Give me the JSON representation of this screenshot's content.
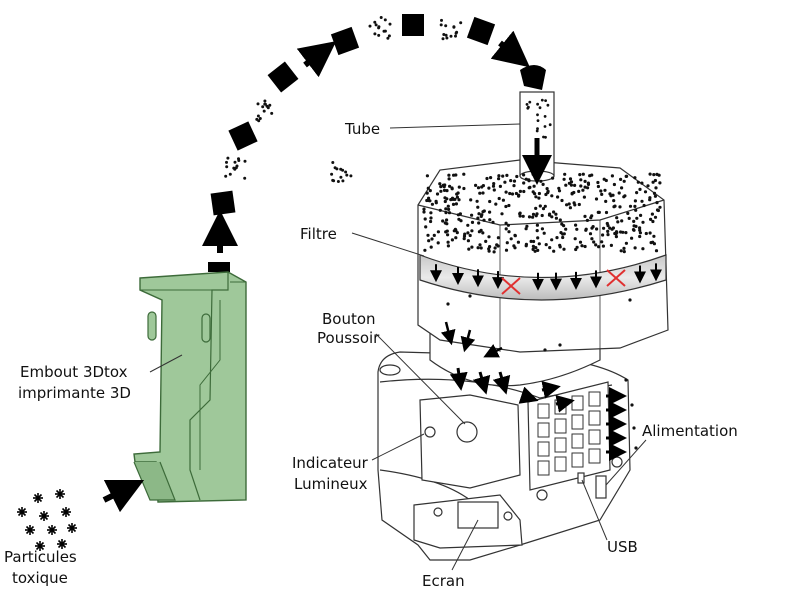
{
  "labels": {
    "tube": "Tube",
    "filtre": "Filtre",
    "bouton_l1": "Bouton",
    "bouton_l2": "Poussoir",
    "embout_l1": "Embout 3Dtox",
    "embout_l2": "imprimante 3D",
    "indicateur_l1": "Indicateur",
    "indicateur_l2": "Lumineux",
    "alimentation": "Alimentation",
    "particules_l1": "Particules",
    "particules_l2": "toxique",
    "usb": "USB",
    "ecran": "Ecran"
  },
  "colors": {
    "embout_fill": "#9fc89a",
    "embout_stroke": "#3d6b3a",
    "outline": "#333333",
    "arrow": "#000000",
    "blocked_mark": "#e03030"
  }
}
